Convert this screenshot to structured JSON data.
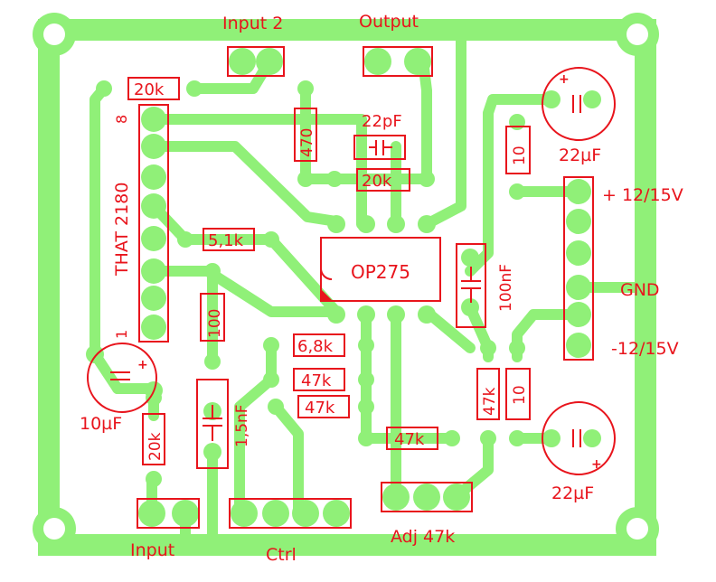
{
  "labels": {
    "input2": "Input 2",
    "output": "Output",
    "input": "Input",
    "ctrl": "Ctrl",
    "adj": "Adj 47k",
    "gnd": "GND",
    "plus_supply": "+ 12/15V",
    "minus_supply": "-12/15V",
    "vca_chip": "THAT 2180",
    "opamp": "OP275",
    "pin8": "8",
    "pin1": "1"
  },
  "components": {
    "r_top": "20k",
    "r_470": "470",
    "c_22pf": "22pF",
    "r_fb": "20k",
    "r_51k": "5,1k",
    "r_100": "100",
    "c_15nf": "1,5nF",
    "r_68k": "6,8k",
    "r_47k_a": "47k",
    "r_47k_b": "47k",
    "r_47k_h": "47k",
    "r_47k_v": "47k",
    "r_10_top": "10",
    "r_10_bot": "10",
    "c_100nf": "100nF",
    "c_22uf_top": "22µF",
    "c_22uf_bot": "22µF",
    "c_10uf": "10µF",
    "r_in": "20k"
  },
  "colors": {
    "copper": "#90f078",
    "silkscreen": "#e8141c",
    "background": "#ffffff"
  }
}
